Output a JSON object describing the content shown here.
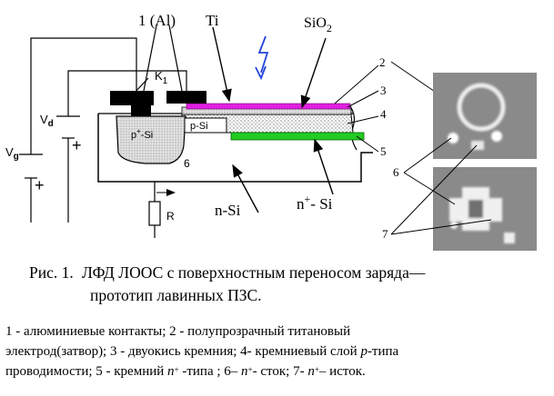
{
  "figure": {
    "labels": {
      "contacts": "1 (Al)",
      "titanium": "Ti",
      "oxide_base": "SiO",
      "oxide_sub": "2",
      "key_base": "K",
      "key_sub": "1",
      "vd_base": "V",
      "vd_sub": "d",
      "vg_base": "V",
      "vg_sub": "g",
      "plus_1": "+",
      "plus_2": "+",
      "p_region": "p-Si",
      "pplus_sup": "+",
      "pplus_base": "p",
      "pplus_rest": "-Si",
      "region_6": "6",
      "resistor": "R",
      "n_si": "n-Si",
      "nplus_base": "n",
      "nplus_sup": "+",
      "nplus_rest": "- Si",
      "num_2": "2",
      "num_3": "3",
      "num_4": "4",
      "num_5": "5",
      "num_6": "6",
      "num_7": "7"
    }
  },
  "caption": {
    "label": "Рис. 1.",
    "line1": "ЛФД ЛООС с поверхностным переносом заряда—",
    "line2": "прототип лавинных ПЗС."
  },
  "legend": {
    "l1": "1 - алюминиевые контакты; 2 - полупрозрачный титановый",
    "l2a": "электрод(затвор); 3 - двуокись кремния; 4-  кремниевый слой ",
    "l2p": "p",
    "l2b": "-типа",
    "l3a": "проводимости; 5 - кремний ",
    "l3n": "n",
    "l3plus": "+",
    "l3b": " -типа ;    6– ",
    "l3n2": "n",
    "l3plus2": "+",
    "l3c": "- сток; 7- ",
    "l3n3": "n",
    "l3plus3": "+",
    "l3d": "– исток."
  },
  "colors": {
    "titanium": "#e020e0",
    "green_layer": "#22cc22",
    "oxide_fill": "#d8d8d8",
    "contact": "#000000",
    "micrograph_bg": "#8a8a8a"
  }
}
